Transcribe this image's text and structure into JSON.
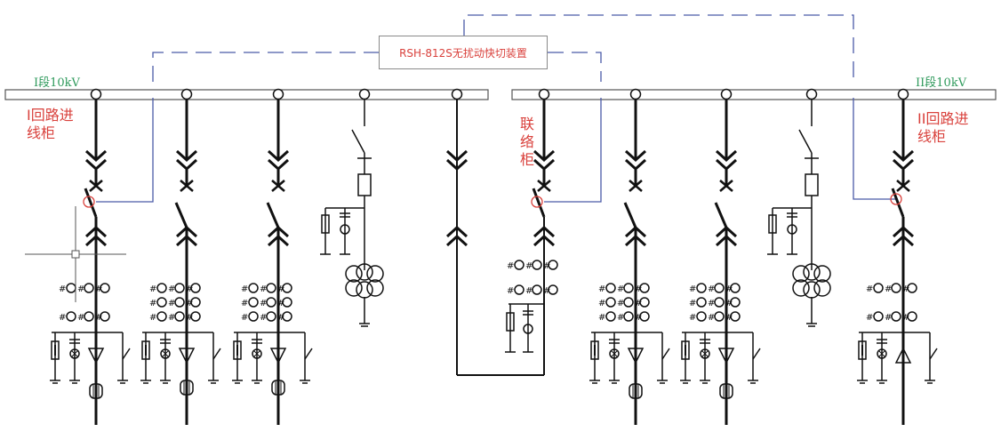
{
  "device": {
    "label": "RSH-812S无扰动快切装置"
  },
  "buses": {
    "left": {
      "label": "I段10kV"
    },
    "right": {
      "label": "II段10kV"
    }
  },
  "feeders": {
    "incoming_1": {
      "line1": "I回路进",
      "line2": "线柜"
    },
    "tie": {
      "line1": "联",
      "line2": "络",
      "line3": "柜"
    },
    "incoming_2": {
      "line1": "II回路进",
      "line2": "线柜"
    }
  },
  "colors": {
    "line": "#111111",
    "signal": "#4a5aa8",
    "label_red": "#d9413c",
    "label_green": "#2f9a5c",
    "crosshair": "#555555"
  }
}
